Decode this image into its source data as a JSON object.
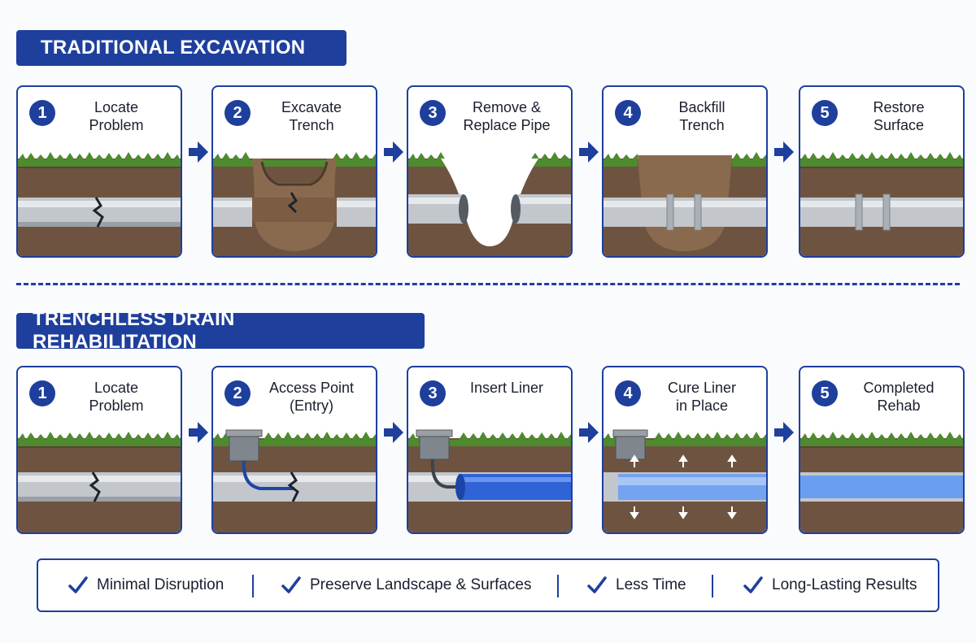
{
  "traditional": {
    "title": "TRADITIONAL EXCAVATION",
    "steps": [
      {
        "number": "1",
        "label": "Locate\nProblem"
      },
      {
        "number": "2",
        "label": "Excavate\nTrench"
      },
      {
        "number": "3",
        "label": "Remove &\nReplace Pipe"
      },
      {
        "number": "4",
        "label": "Backfill\nTrench"
      },
      {
        "number": "5",
        "label": "Restore\nSurface"
      }
    ]
  },
  "trenchless": {
    "title": "TRENCHLESS DRAIN REHABILITATION",
    "steps": [
      {
        "number": "1",
        "label": "Locate\nProblem"
      },
      {
        "number": "2",
        "label": "Access Point\n(Entry)"
      },
      {
        "number": "3",
        "label": "Insert Liner"
      },
      {
        "number": "4",
        "label": "Cure Liner\nin Place"
      },
      {
        "number": "5",
        "label": "Completed\nRehab"
      }
    ]
  },
  "benefits": [
    "Minimal Disruption",
    "Preserve Landscape & Surfaces",
    "Less Time",
    "Long-Lasting Results"
  ],
  "colors": {
    "brand_blue": "#1e3f9c",
    "soil": "#6e5440",
    "grass": "#4e8a2e",
    "pipe": "#c3c7cc",
    "liner": "#2f63d6"
  }
}
